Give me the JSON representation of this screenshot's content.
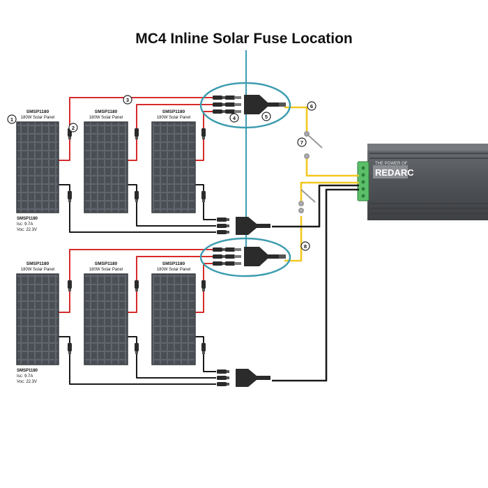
{
  "title": "MC4 Inline Solar Fuse Location",
  "panel": {
    "model": "SMSP1180",
    "subtitle": "180W Solar Panel",
    "isc": "Isc: 9.7A",
    "voc": "Voc: 22.3V"
  },
  "markers": [
    "1",
    "2",
    "3",
    "4",
    "5",
    "6",
    "7",
    "8"
  ],
  "charger": {
    "tagline": "THE POWER OF",
    "brand": "REDARC"
  },
  "colors": {
    "positive_wire": "#d62b2b",
    "negative_wire": "#1a1a1a",
    "output_wire": "#f2c81e",
    "highlight_ring": "#3d9cb0",
    "panel_fill": "#4f545a",
    "charger_body": "#55585d",
    "terminal_green": "#5bbf6a"
  },
  "icons": [
    "solar-panel-icon",
    "mc4-connector-icon",
    "fuse-holder-icon",
    "isolator-switch-icon",
    "battery-charger-icon"
  ]
}
